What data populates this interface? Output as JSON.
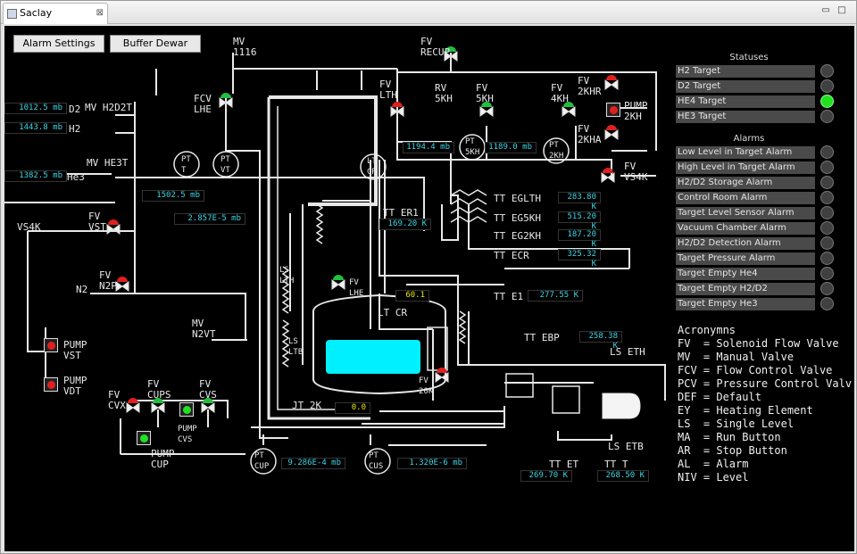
{
  "window": {
    "tab_title": "Saclay Cryotarget",
    "close": "⊠",
    "minimize": "▭",
    "maximize": "□"
  },
  "toolbar": {
    "alarm_settings": "Alarm Settings",
    "buffer_dewar": "Buffer Dewar"
  },
  "readouts": {
    "d2": "1012.5 mb",
    "h2": "1443.8 mb",
    "he3": "1382.5 mb",
    "pt_t": "1502.5 mb",
    "pt_vt": "2.857E-5 mb",
    "tt_er1": "169.20 K",
    "rv_5kh": "1194.4 mb",
    "pt_2kh": "1189.0 mb",
    "tt_egl": "283.80 K",
    "tt_eg5": "515.20 K",
    "tt_eg2": "187.20 K",
    "tt_ecr": "325.32 K",
    "tt_e1": "277.55 K",
    "tt_ebp": "258.38 K",
    "level": "60.1",
    "jt2k": "0.0",
    "pt_cup": "9.286E-4 mb",
    "pt_cus": "1.320E-6 mb",
    "tt_et": "269.70 K",
    "tt_t": "268.50 K"
  },
  "labels": {
    "mv_1116": "MV\n1116",
    "fv_recup": "FV\nRECUP",
    "fcv_lhe": "FCV\nLHE",
    "d2": "D2",
    "mv_h2d2t": "MV  H2D2T",
    "h2": "H2",
    "mv_he3t": "MV  HE3T",
    "he3": "He3",
    "pt_t": "PT\nT",
    "pt_vt": "PT\nVT",
    "lt_cr": "LT\nCR",
    "fv_lth": "FV\nLTH",
    "rv_5kh": "RV\n5KH",
    "fv_5kh": "FV\n5KH",
    "fv_4kh": "FV\n4KH",
    "fv_2khr": "FV\n2KHR",
    "pump_2kh": "PUMP\n2KH",
    "fv_2kha": "FV\n2KHA",
    "pt_5kh": "PT\n5KH",
    "pt_2kh": "PT\n2KH",
    "fv_vs4k": "FV\nVS4K",
    "vs4k": "VS4K",
    "fv_vst": "FV\nVST",
    "fv_n2p": "FV\nN2P",
    "n2": "N2",
    "tt_er1": "TT ER1",
    "tt_egl": "TT EGLTH",
    "tt_eg5": "TT EG5KH",
    "tt_eg2": "TT EG2KH",
    "tt_ecr": "TT ECR",
    "ls_lth": "LS\nLTH",
    "fv_lhe": "FV\nLHE",
    "tt_e1": "TT E1",
    "lt_cr2": "LT CR",
    "ls_ltb": "LS\nLTB",
    "mv_n2vt": "MV\nN2VT",
    "pump_vst": "PUMP\nVST",
    "pump_vdt": "PUMP\nVDT",
    "tt_ebp": "TT EBP",
    "ls_eth": "LS ETH",
    "fv_20k": "FV\n20K",
    "jt2k": "JT 2K",
    "fv_cvx": "FV\nCVX",
    "fv_cups": "FV\nCUPS",
    "fv_cvs": "FV\nCVS",
    "pump_cvs": "PUMP\nCVS",
    "pump_cup": "PUMP\nCUP",
    "pt_cup": "PT\nCUP",
    "pt_cus": "PT\nCUS",
    "ls_etb": "LS ETB",
    "tt_et": "TT ET",
    "tt_t": "TT T"
  },
  "statuses": {
    "title": "Statuses",
    "items": [
      {
        "label": "H2 Target",
        "on": false
      },
      {
        "label": "D2 Target",
        "on": false
      },
      {
        "label": "HE4 Target",
        "on": true
      },
      {
        "label": "HE3 Target",
        "on": false
      }
    ]
  },
  "alarms": {
    "title": "Alarms",
    "items": [
      {
        "label": "Low Level in Target Alarm"
      },
      {
        "label": "High Level in Target Alarm"
      },
      {
        "label": "H2/D2 Storage Alarm"
      },
      {
        "label": "Control Room Alarm"
      },
      {
        "label": "Target Level Sensor Alarm"
      },
      {
        "label": "Vacuum Chamber Alarm"
      },
      {
        "label": "H2/D2 Detection Alarm"
      },
      {
        "label": "Target Pressure Alarm"
      },
      {
        "label": "Target Empty He4"
      },
      {
        "label": "Target Empty H2/D2"
      },
      {
        "label": "Target Empty He3"
      }
    ]
  },
  "acronyms": {
    "title": "Acronymns",
    "items": [
      "FV  = Solenoid Flow Valve",
      "MV  = Manual Valve",
      "FCV = Flow Control Valve",
      "PCV = Pressure Control Valv",
      "DEF = Default",
      "EY  = Heating Element",
      "LS  = Single Level",
      "MA  = Run Button",
      "AR  = Stop Button",
      "AL  = Alarm",
      "NIV = Level"
    ]
  },
  "colors": {
    "valve_red": "#e02020",
    "valve_green": "#20c040",
    "pipe": "#e8e8e8",
    "readout": "#3bd6e6",
    "tank_fill": "#00f0ff",
    "led_on": "#22e022"
  }
}
